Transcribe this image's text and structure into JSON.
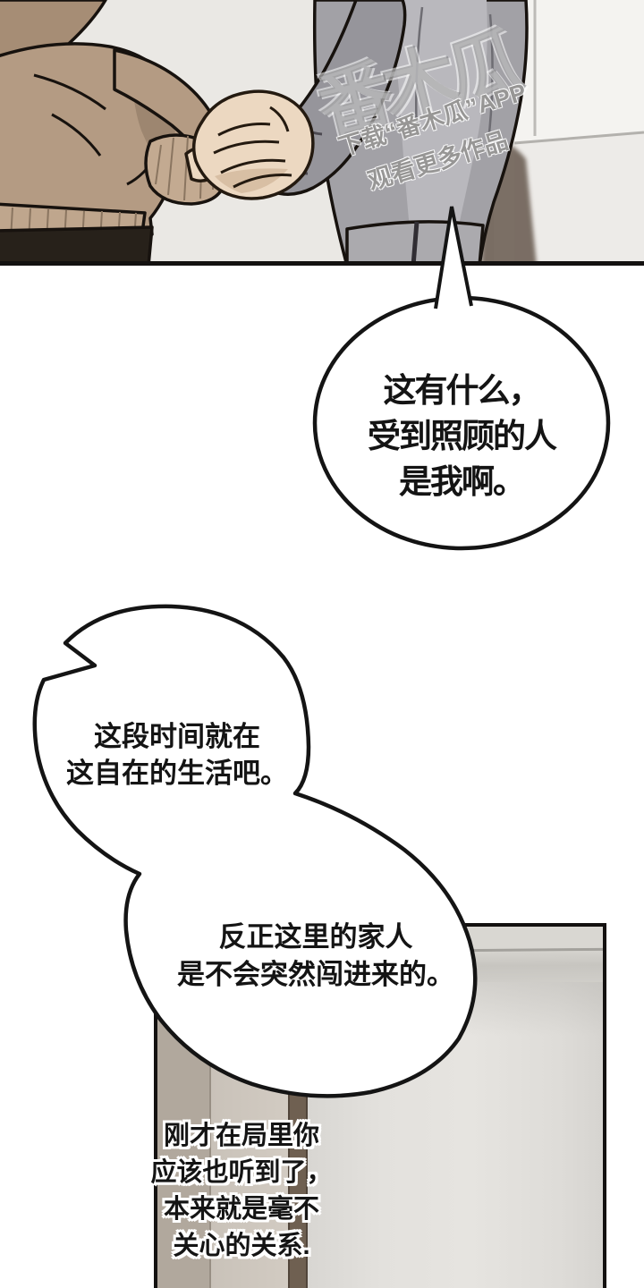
{
  "watermark": {
    "logo": "番木瓜",
    "line1": "下载“番木瓜”APP",
    "line2": "观看更多作品"
  },
  "speech_bubbles": {
    "bubble1": {
      "lines": [
        "这有什么，",
        "受到照顾的人",
        "是我啊。"
      ]
    },
    "bubble2": {
      "lines": [
        "这段时间就在",
        "这自在的生活吧。"
      ]
    },
    "bubble3": {
      "lines": [
        "反正这里的家人",
        "是不会突然闯进来的。"
      ]
    }
  },
  "caption": {
    "lines": [
      "刚才在局里你",
      "应该也听到了，",
      "本来就是毫不",
      "关心的关系."
    ]
  },
  "palette": {
    "outline": "#131110",
    "bubble_fill": "#ffffff",
    "sweater_beige": "#b49b83",
    "hoodie_gray": "#a2a1a6",
    "skin": "#ecd8c1",
    "wall_light": "#eae8e4",
    "panel2_wall": "#dedcd7",
    "doorframe_brown": "#6f6051"
  }
}
